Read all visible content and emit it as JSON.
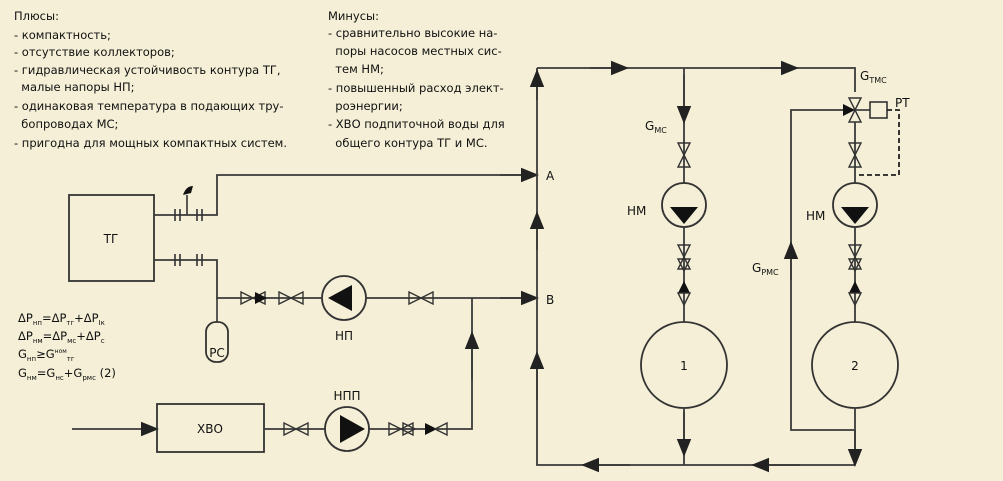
{
  "pros": {
    "title": "Плюсы:",
    "items": [
      "- компактность;",
      "- отсутствие коллекторов;",
      "- гидравлическая устойчивость контура ТГ,",
      "  малые напоры НП;",
      "- одинаковая температура в подающих тру-",
      "  бопроводах МС;",
      "- пригодна для мощных компактных систем."
    ]
  },
  "cons": {
    "title": "Минусы:",
    "items": [
      "- сравнительно высокие на-",
      "  поры насосов местных сис-",
      "  тем НМ;",
      "- повышенный расход элект-",
      "  роэнергии;",
      "- ХВО подпиточной воды для",
      "  общего контура ТГ и МС."
    ]
  },
  "labels": {
    "tg": "ТГ",
    "xvo": "ХВО",
    "rs": "РС",
    "np": "НП",
    "npp": "НПП",
    "nm": "НМ",
    "consumer1": "1",
    "consumer2": "2",
    "point_a": "А",
    "point_b": "В",
    "rt": "РТ",
    "g_main": "G",
    "g_mc_sub": "МС",
    "g_tmc_sub": "ТМС",
    "g_pmc_sub": "РМС"
  },
  "formulas": {
    "f1": {
      "a": "ΔP",
      "a_sub": "нп",
      "eq": "=ΔP",
      "b_sub": "тг",
      "plus": "+ΔP",
      "c_sub": "Iк"
    },
    "f2": {
      "a": "ΔP",
      "a_sub": "нм",
      "eq": "=ΔP",
      "b_sub": "мс",
      "plus": "+ΔP",
      "c_sub": "с"
    },
    "f3": {
      "a": "G",
      "a_sub": "нп",
      "eq": "≥G",
      "b_sup": "ном",
      "b_sub": "тг"
    },
    "f4": {
      "a": "G",
      "a_sub": "нм",
      "eq": "=G",
      "b_sub": "нс",
      "plus": "+G",
      "c_sub": "рмс",
      "tail": " (2)"
    }
  },
  "colors": {
    "background": "#f4efd6",
    "line": "#3a3a3a",
    "fill_dark": "#111111"
  }
}
